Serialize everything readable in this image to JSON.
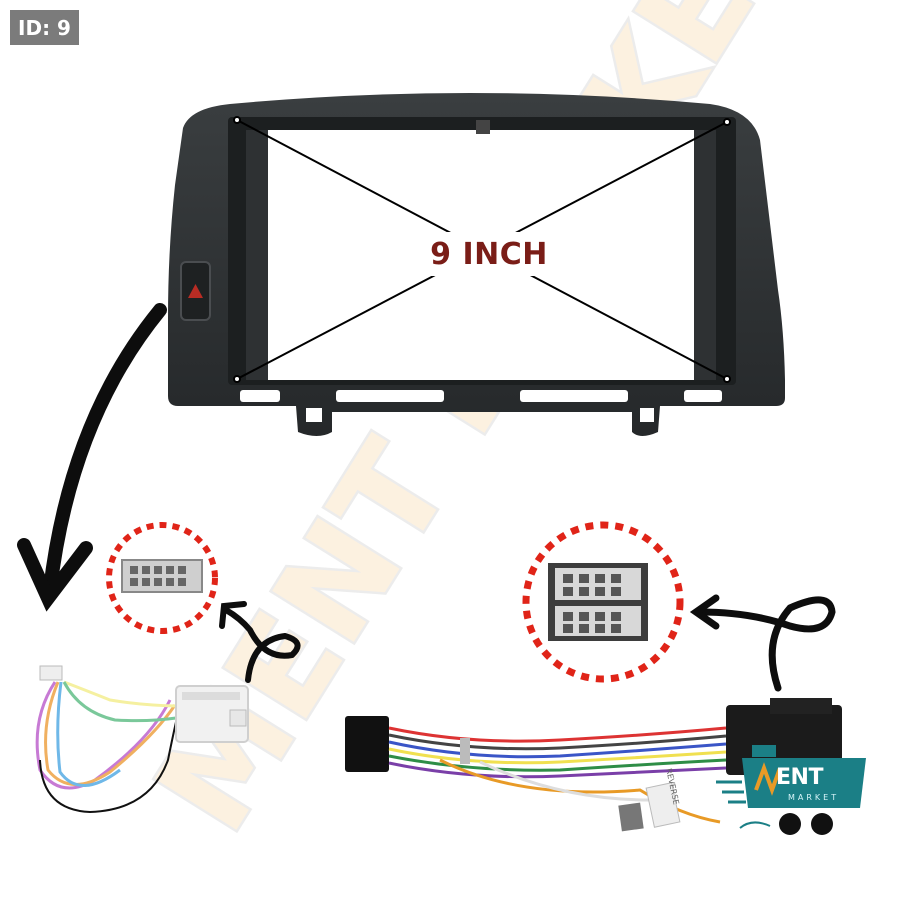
{
  "badge": {
    "id_text": "ID: 9"
  },
  "frame": {
    "size_label": "9 INCH"
  },
  "watermark": {
    "text": "MENT MARKET"
  },
  "logo": {
    "brand": "ENT",
    "sub": "MARKET",
    "teal": "#1b7f86",
    "accent": "#e89a26"
  },
  "harness": {
    "tag": "REVERSE"
  },
  "colors": {
    "frame": "#2c2f31",
    "label_red": "#7a1d17",
    "dot_red": "#e02418",
    "arrow": "#0d0d0d"
  }
}
